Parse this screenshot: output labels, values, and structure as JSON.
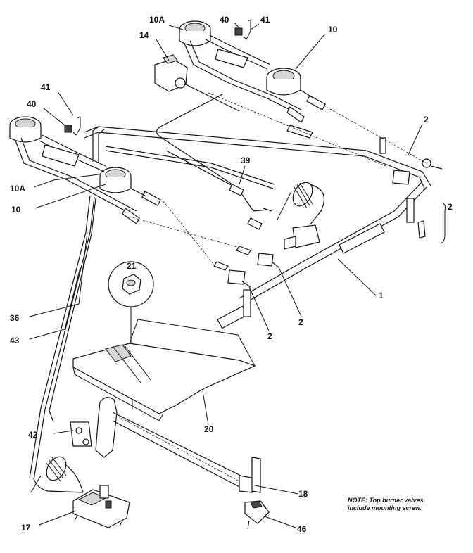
{
  "callouts": {
    "c10A_top": "10A",
    "c40_top": "40",
    "c41_top": "41",
    "c10_top": "10",
    "c14": "14",
    "c41_left": "41",
    "c40_left": "40",
    "c2_right": "2",
    "c39": "39",
    "c10A_left": "10A",
    "c10_left": "10",
    "c2_bracket": "2",
    "c21": "21",
    "c1": "1",
    "c2_mid": "2",
    "c2_low": "2",
    "c36": "36",
    "c43": "43",
    "c20": "20",
    "c42": "42",
    "c18": "18",
    "c17": "17",
    "c46": "46"
  },
  "note": {
    "line1": "NOTE: Top burner valves",
    "line2": "include mounting screw."
  }
}
